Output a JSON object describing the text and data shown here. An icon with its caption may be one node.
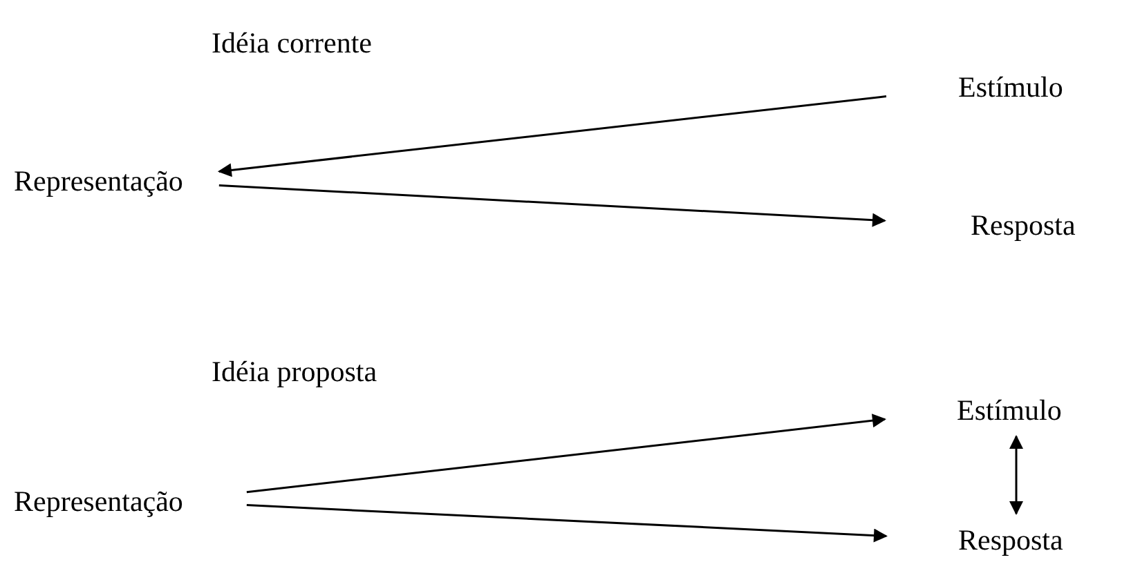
{
  "diagram": {
    "nodes": [
      {
        "text": [
          "Estímulo"
        ]
      },
      {
        "text": [
          "Representação"
        ]
      },
      {
        "text": [
          "Resposta"
        ]
      },
      {
        "text": [
          "Estímulo"
        ]
      },
      {
        "text": [
          "Representação"
        ]
      },
      {
        "text": [
          "Resposta"
        ]
      }
    ],
    "edges": [
      {
        "from": 0,
        "to": 1,
        "arrow": "to"
      },
      {
        "from": 1,
        "to": 2,
        "arrow": "to"
      },
      {
        "from": 4,
        "to": 3,
        "arrow": "to"
      },
      {
        "from": 4,
        "to": 5,
        "arrow": "to"
      },
      {
        "from": 3,
        "to": 5,
        "arrow": "both"
      }
    ],
    "labels": [
      "Idéia corrente",
      "Idéia proposta"
    ]
  }
}
